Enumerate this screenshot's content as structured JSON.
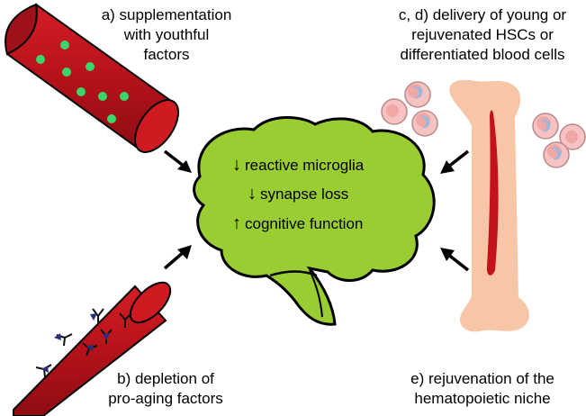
{
  "labels": {
    "a": {
      "lines": [
        "a) supplementation",
        "with youthful",
        "factors"
      ]
    },
    "b": {
      "lines": [
        "b) depletion of",
        "pro-aging factors"
      ]
    },
    "cd": {
      "lines": [
        "c, d) delivery of young or",
        "rejuvenated HSCs or",
        "differentiated blood cells"
      ]
    },
    "e": {
      "lines": [
        "e) rejuvenation of the",
        "hematopoietic niche"
      ]
    }
  },
  "brain": {
    "effects": [
      {
        "arrow": "↓",
        "text": "reactive microglia"
      },
      {
        "arrow": "↓",
        "text": "synapse loss"
      },
      {
        "arrow": "↑",
        "text": "cognitive function"
      }
    ]
  },
  "colors": {
    "vessel": "#c0141c",
    "vessel_dark": "#8a0a10",
    "factor_green": "#3ad66a",
    "brain_fill": "#9acd32",
    "bone_fill": "#f6c6a6",
    "marrow": "#c4121a",
    "cell_fill": "#f7c2c2",
    "nucleus": "#9fb7d8",
    "antibody_triangle": "#2b2f7a"
  }
}
